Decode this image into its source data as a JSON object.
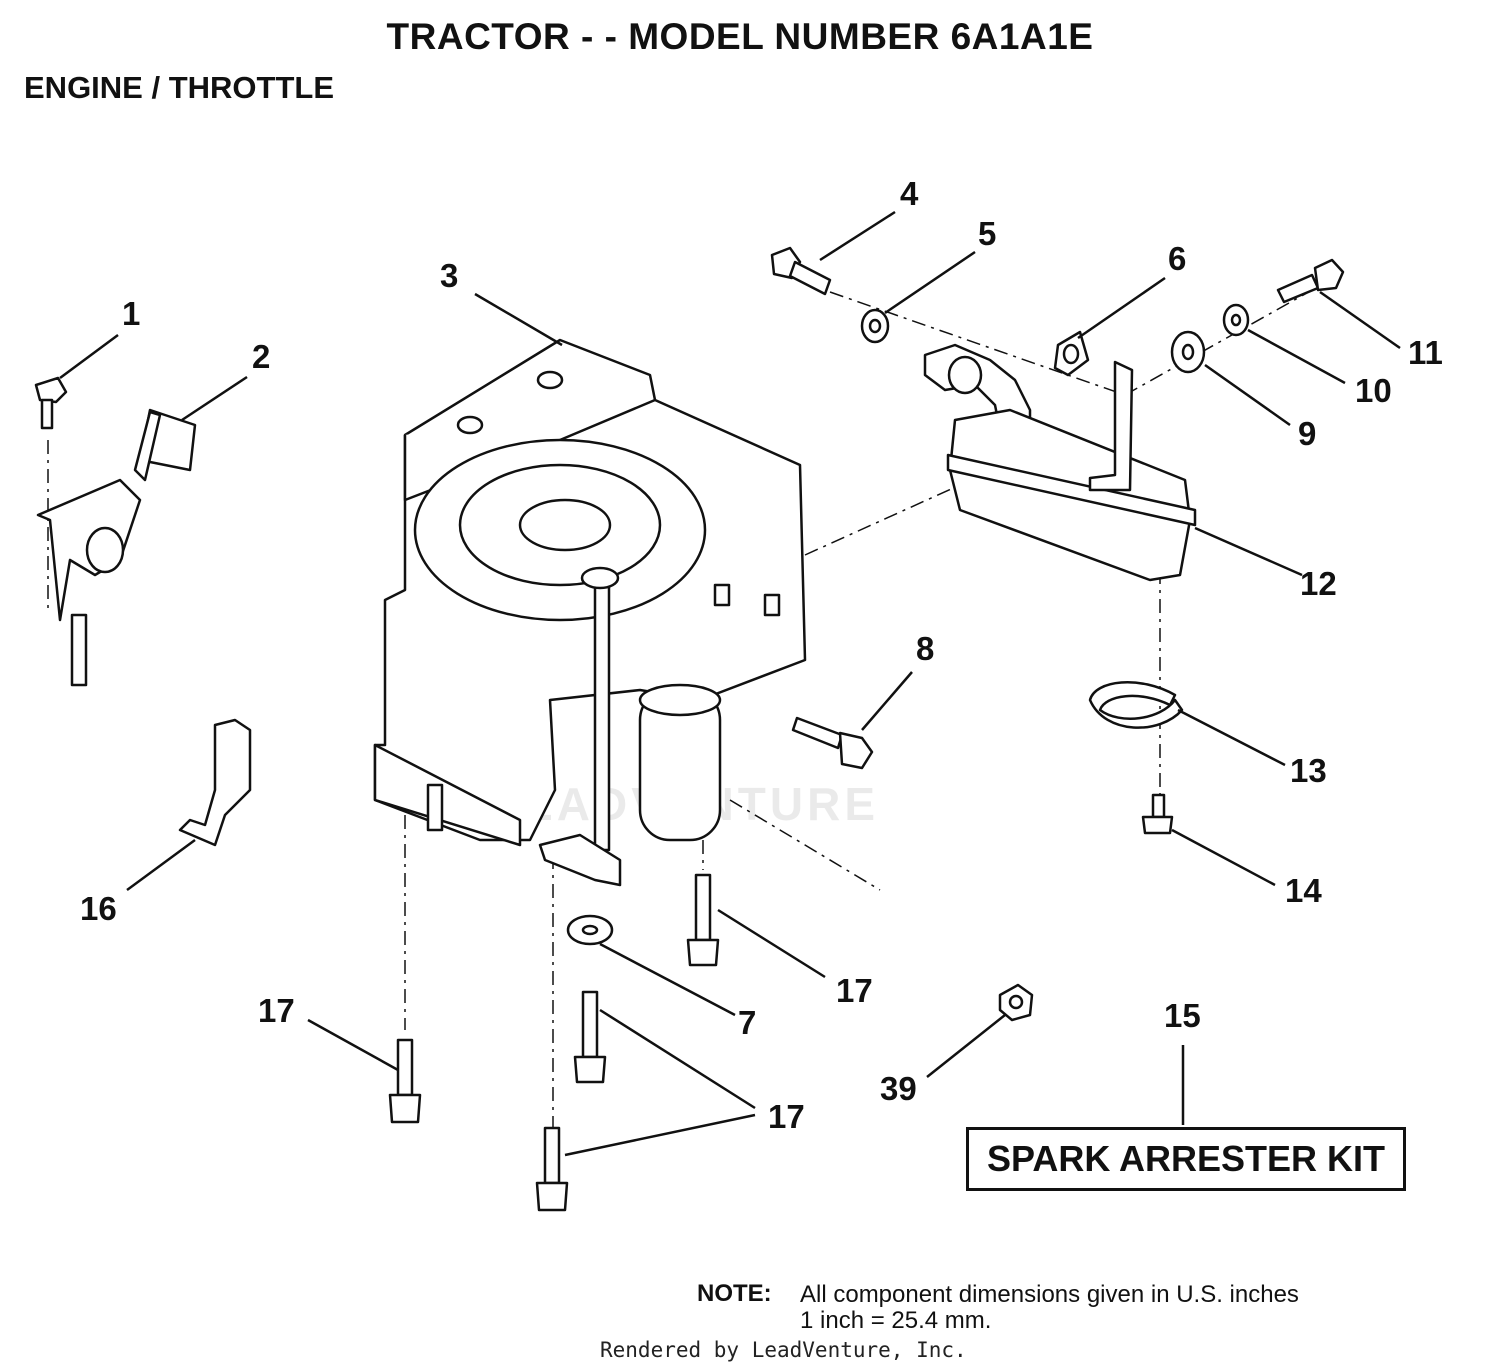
{
  "title": "TRACTOR - - MODEL NUMBER 6A1A1E",
  "subtitle": "ENGINE / THROTTLE",
  "callouts": {
    "c1": "1",
    "c2": "2",
    "c3": "3",
    "c4": "4",
    "c5": "5",
    "c6": "6",
    "c7": "7",
    "c8": "8",
    "c9": "9",
    "c10": "10",
    "c11": "11",
    "c12": "12",
    "c13": "13",
    "c14": "14",
    "c15": "15",
    "c16": "16",
    "c17a": "17",
    "c17b": "17",
    "c17c": "17",
    "c39": "39"
  },
  "kit_label": "SPARK ARRESTER KIT",
  "note": {
    "label": "NOTE:",
    "line1": "All component dimensions given in U.S. inches",
    "line2": "1 inch = 25.4 mm."
  },
  "watermark": "LEADVENTURE",
  "footer": "Rendered by LeadVenture, Inc."
}
